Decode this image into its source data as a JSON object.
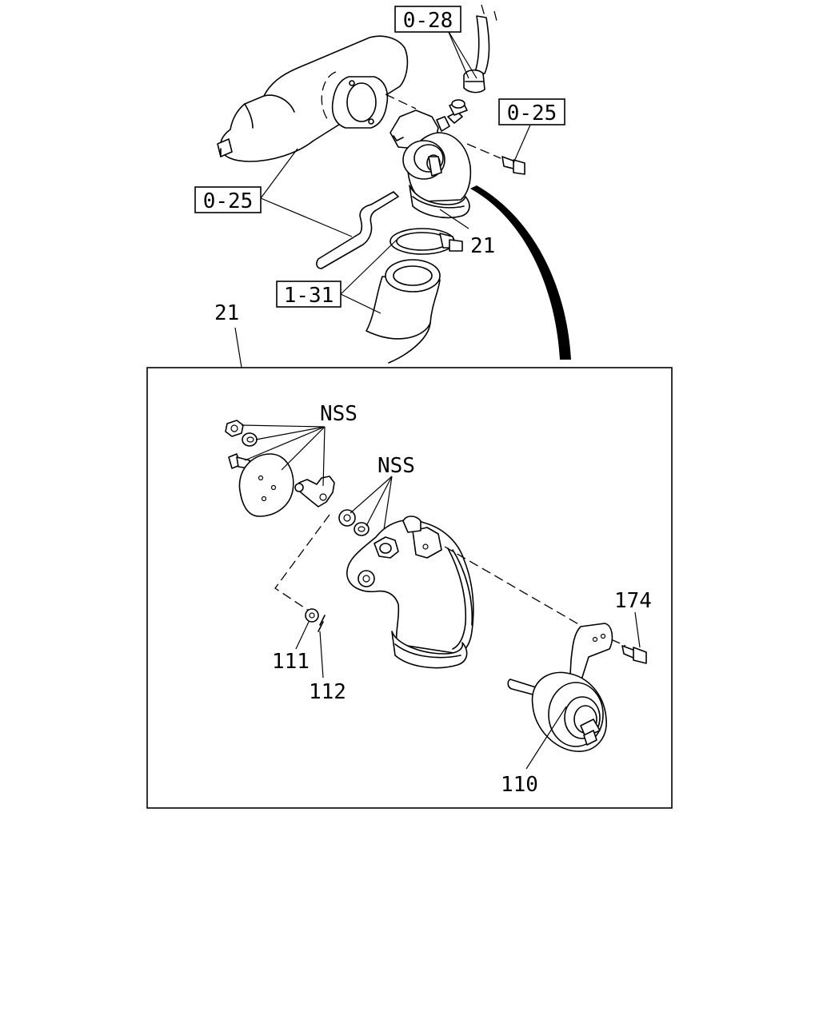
{
  "callouts": {
    "ref_028": "0-28",
    "ref_025_right": "0-25",
    "ref_025_left": "0-25",
    "ref_131": "1-31",
    "part_21_top": "21",
    "part_21_detail": "21",
    "nss_upper": "NSS",
    "nss_lower": "NSS",
    "part_174": "174",
    "part_111": "111",
    "part_112": "112",
    "part_110": "110"
  }
}
